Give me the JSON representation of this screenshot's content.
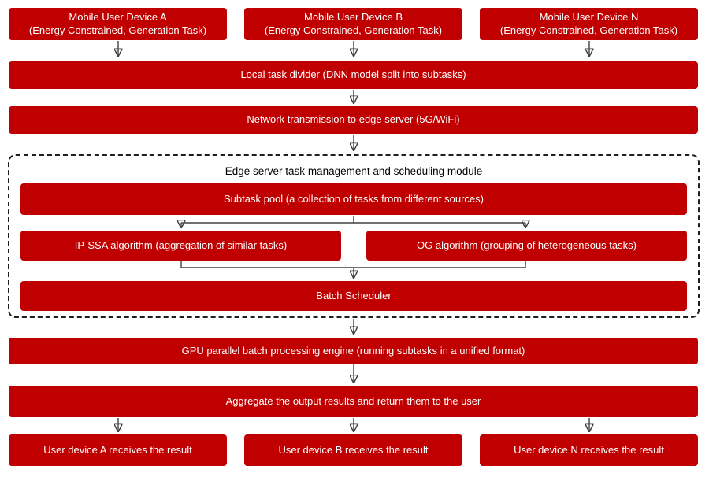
{
  "diagram": {
    "colors": {
      "node_fill": "#c00000",
      "node_text": "#ffffff",
      "connector": "#404040",
      "container_border": "#1f1f1f",
      "container_label": "#000000",
      "background": "#ffffff"
    },
    "top_devices": [
      {
        "line1": "Mobile User Device A",
        "line2": "(Energy Constrained, Generation Task)"
      },
      {
        "line1": "Mobile User Device B",
        "line2": "(Energy Constrained, Generation Task)"
      },
      {
        "line1": "Mobile User Device N",
        "line2": "(Energy Constrained, Generation Task)"
      }
    ],
    "local_task_divider": "Local task divider (DNN model split into subtasks)",
    "network_transmission": "Network transmission to edge server (5G/WiFi)",
    "edge_module": {
      "label": "Edge server task management and scheduling module",
      "subtask_pool": "Subtask pool (a collection of tasks from different sources)",
      "ip_ssa": "IP-SSA algorithm (aggregation of similar tasks)",
      "og": "OG algorithm (grouping of heterogeneous tasks)",
      "batch_scheduler": "Batch Scheduler"
    },
    "gpu_engine": "GPU parallel batch processing engine (running subtasks in a unified format)",
    "aggregate_results": "Aggregate the output results and return them to the user",
    "bottom_devices": [
      "User device A receives the result",
      "User device B receives the result",
      "User device N receives the result"
    ]
  }
}
